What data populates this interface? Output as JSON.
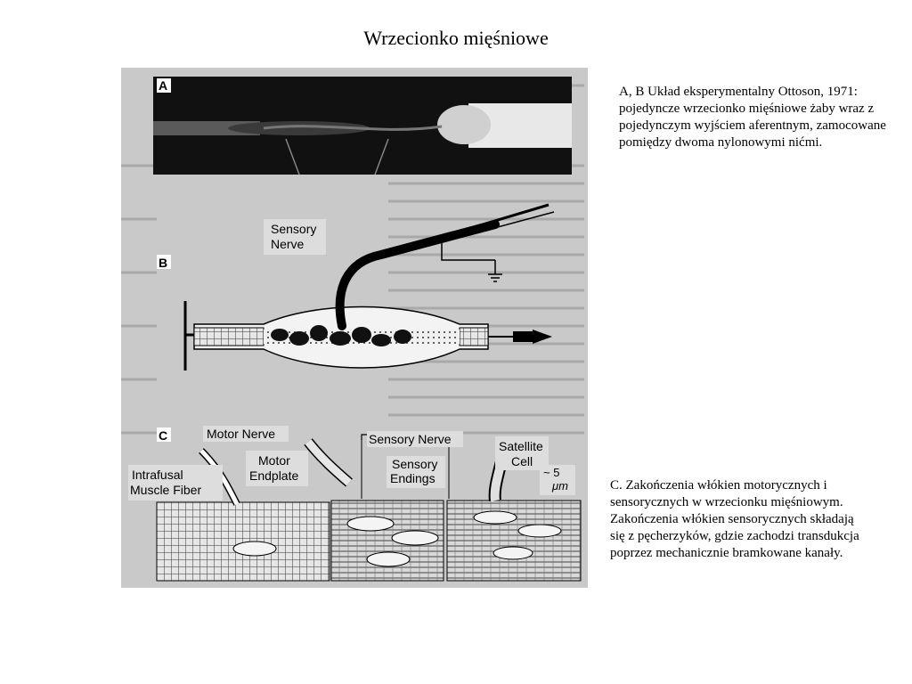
{
  "slide": {
    "title": "Wrzecionko mięśniowe"
  },
  "figure": {
    "panel_a_label": "A",
    "panel_b_label": "B",
    "panel_c_label": "C",
    "sensory_nerve_line1": "Sensory",
    "sensory_nerve_line2": "Nerve",
    "motor_nerve": "Motor Nerve",
    "sensory_nerve_c": "Sensory Nerve",
    "satellite_cell_line1": "Satellite",
    "satellite_cell_line2": "Cell",
    "intrafusal_line1": "Intrafusal",
    "intrafusal_line2": "Muscle Fiber",
    "motor_endplate_line1": "Motor",
    "motor_endplate_line2": "Endplate",
    "sensory_endings_line1": "Sensory",
    "sensory_endings_line2": "Endings",
    "scale_value": "~ 5",
    "scale_unit": "μm"
  },
  "captions": {
    "panel_ab": "A, B Układ eksperymentalny Ottoson, 1971: pojedyncze wrzecionko mięśniowe żaby wraz z pojedynczym wyjściem aferentnym, zamocowane pomiędzy dwoma nylonowymi nićmi.",
    "panel_c": "C. Zakończenia włókien motorycznych i sensorycznych w wrzecionku mięśniowym. Zakończenia włókien sensorycznych składają się z pęcherzyków, gdzie zachodzi transdukcja poprzez mechanicznie bramkowane kanały."
  }
}
